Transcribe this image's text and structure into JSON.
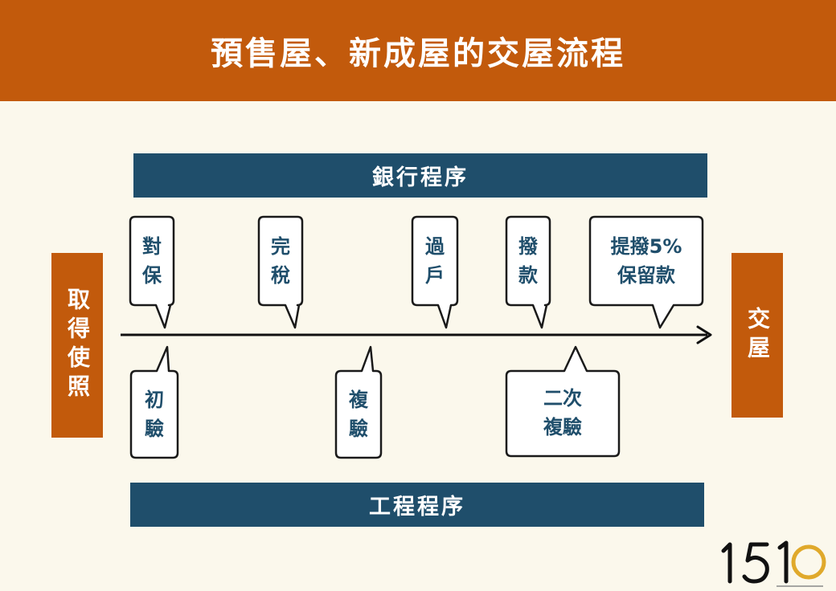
{
  "title": "預售屋、新成屋的交屋流程",
  "bank_bar": "銀行程序",
  "engineering_bar": "工程程序",
  "start": "取得使照",
  "end": "交屋",
  "bank_steps": [
    {
      "line1": "對",
      "line2": "保"
    },
    {
      "line1": "完",
      "line2": "稅"
    },
    {
      "line1": "過",
      "line2": "戶"
    },
    {
      "line1": "撥",
      "line2": "款"
    },
    {
      "line1": "提撥5%",
      "line2": "保留款"
    }
  ],
  "engineering_steps": [
    {
      "line1": "初",
      "line2": "驗"
    },
    {
      "line1": "複",
      "line2": "驗"
    },
    {
      "line1": "二次",
      "line2": "複驗"
    }
  ],
  "logo": "1510",
  "colors": {
    "accent_orange": "#c25a0c",
    "navy": "#1f4e6b",
    "background": "#fbf8ec",
    "logo_gold": "#e0a92b"
  }
}
